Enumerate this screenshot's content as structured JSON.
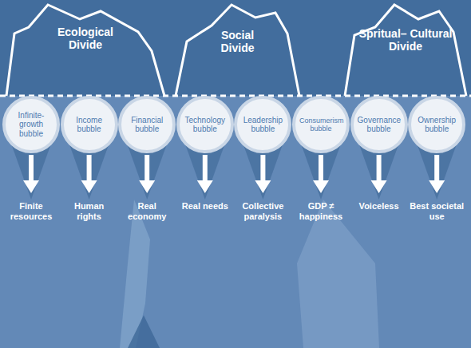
{
  "diagram": {
    "nodes": [
      {
        "text": [
          "Ecological Divide"
        ]
      },
      {
        "text": [
          "Social Divide"
        ]
      },
      {
        "text": [
          "Spritual– Cultural Divide"
        ]
      },
      {
        "text": [
          "Infinite- growth bubble"
        ]
      },
      {
        "text": [
          "Income bubble"
        ]
      },
      {
        "text": [
          "Financial bubble"
        ]
      },
      {
        "text": [
          "Technology bubble"
        ]
      },
      {
        "text": [
          "Leadership bubble"
        ]
      },
      {
        "text": [
          "Consumerism bubble"
        ]
      },
      {
        "text": [
          "Governance bubble"
        ]
      },
      {
        "text": [
          "Ownership bubble"
        ]
      }
    ],
    "labels": [
      "Finite resources",
      "Human rights",
      "Real economy",
      "Real needs",
      "Collective paralysis",
      "GDP ≠ happiness",
      "Voiceless",
      "Best societal use"
    ]
  }
}
